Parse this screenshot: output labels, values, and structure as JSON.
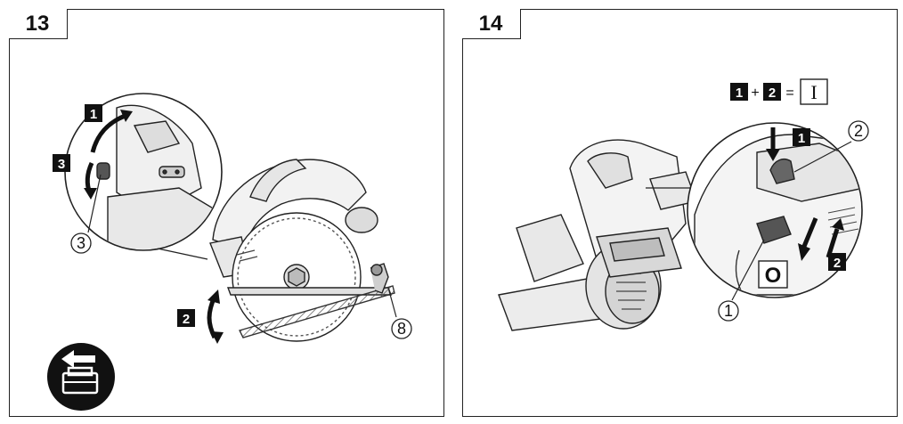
{
  "panels": [
    {
      "number": "13",
      "callouts": {
        "step1": "1",
        "step2": "2",
        "step3": "3",
        "part3": "3",
        "part8": "8"
      }
    },
    {
      "number": "14",
      "equation": {
        "a": "1",
        "plus": "+",
        "b": "2",
        "equals": "=",
        "result": "I"
      },
      "callouts": {
        "step1": "1",
        "step2": "2",
        "part1": "1",
        "part2": "2",
        "off": "O"
      }
    }
  ]
}
